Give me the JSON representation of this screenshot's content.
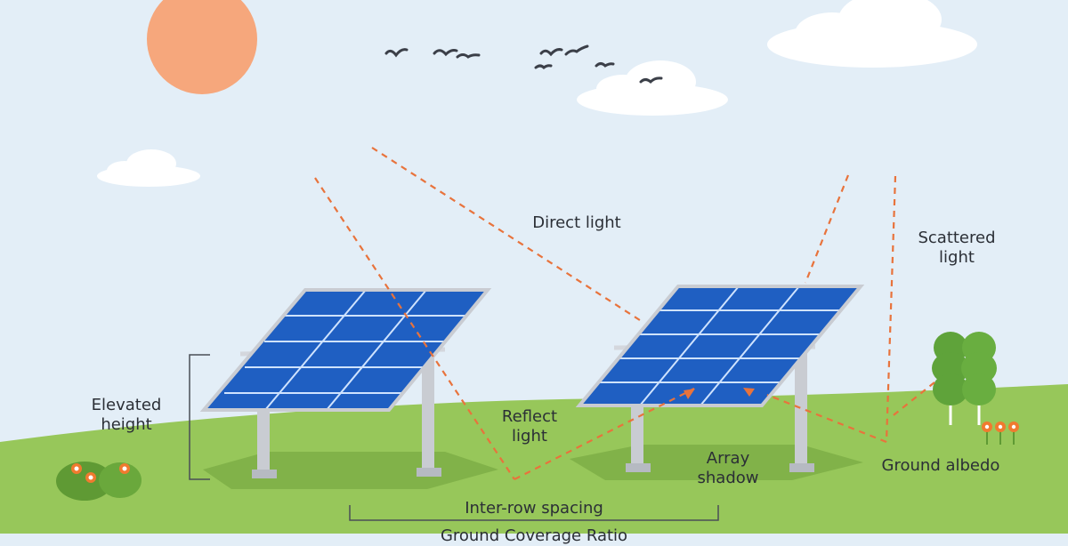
{
  "labels": {
    "direct_light": "Direct light",
    "scattered_light_1": "Scattered",
    "scattered_light_2": "light",
    "elevated_height_1": "Elevated",
    "elevated_height_2": "height",
    "reflect_light_1": "Reflect",
    "reflect_light_2": "light",
    "array_shadow_1": "Array",
    "array_shadow_2": "shadow",
    "ground_albedo": "Ground albedo",
    "inter_row_spacing": "Inter-row spacing",
    "ground_coverage_ratio": "Ground Coverage Ratio"
  },
  "colors": {
    "sky": "#e3eef7",
    "sun": "#f6a77c",
    "cloud": "#ffffff",
    "ground": "#97c75a",
    "panel": "#1f5fc2",
    "panel_grid": "#cfe3ff",
    "frame": "#c9ccd2",
    "ray": "#e8733c",
    "text": "#2b2f36"
  },
  "icons": [
    "sun-icon",
    "cloud-icon",
    "bird-icon",
    "tree-icon",
    "flower-icon",
    "bush-icon",
    "solar-panel-icon"
  ]
}
